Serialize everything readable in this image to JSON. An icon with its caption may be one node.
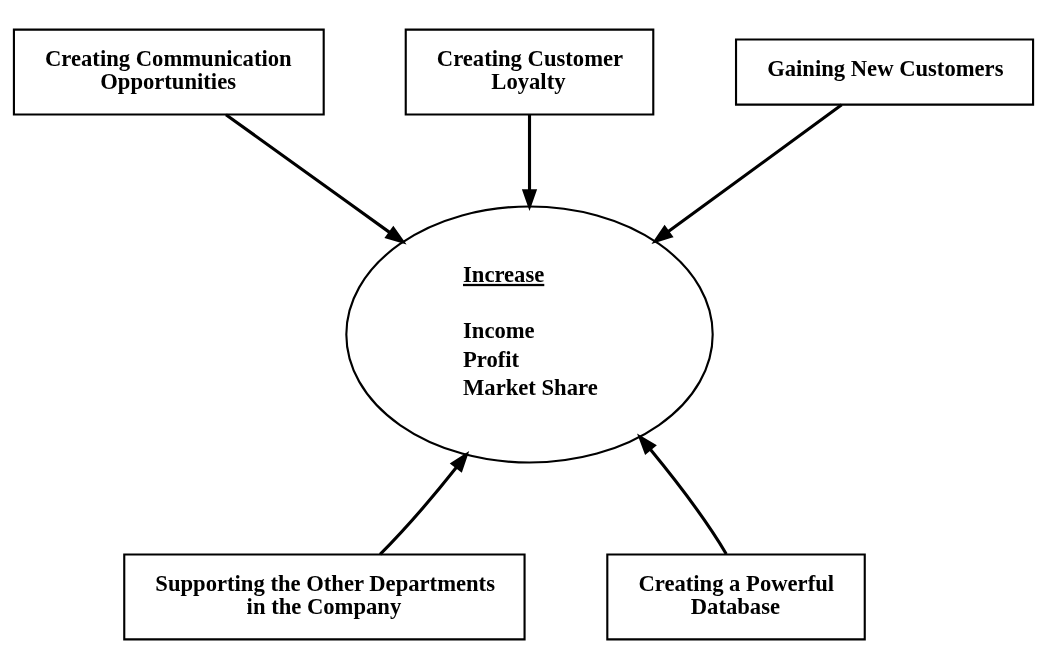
{
  "diagram": {
    "nodes": [
      {
        "text": [
          "Creating Customer Loyalty"
        ]
      },
      {
        "text": [
          "Creating Communication Opportunities"
        ]
      },
      {
        "text": [
          "Gaining New Customers"
        ]
      },
      {
        "text": [
          "Increase",
          "Income",
          "Profit",
          "Market Share"
        ]
      },
      {
        "text": [
          "Supporting the Other Departments in the Company"
        ]
      },
      {
        "text": [
          "Creating a Powerful Database"
        ]
      }
    ],
    "edges": [
      {
        "from": 0,
        "to": 3,
        "arrow": "to"
      },
      {
        "from": 1,
        "to": 3,
        "arrow": "to"
      },
      {
        "from": 2,
        "to": 3,
        "arrow": "to"
      },
      {
        "from": 4,
        "to": 3,
        "arrow": "to"
      },
      {
        "from": 5,
        "to": 3,
        "arrow": "to"
      }
    ]
  }
}
